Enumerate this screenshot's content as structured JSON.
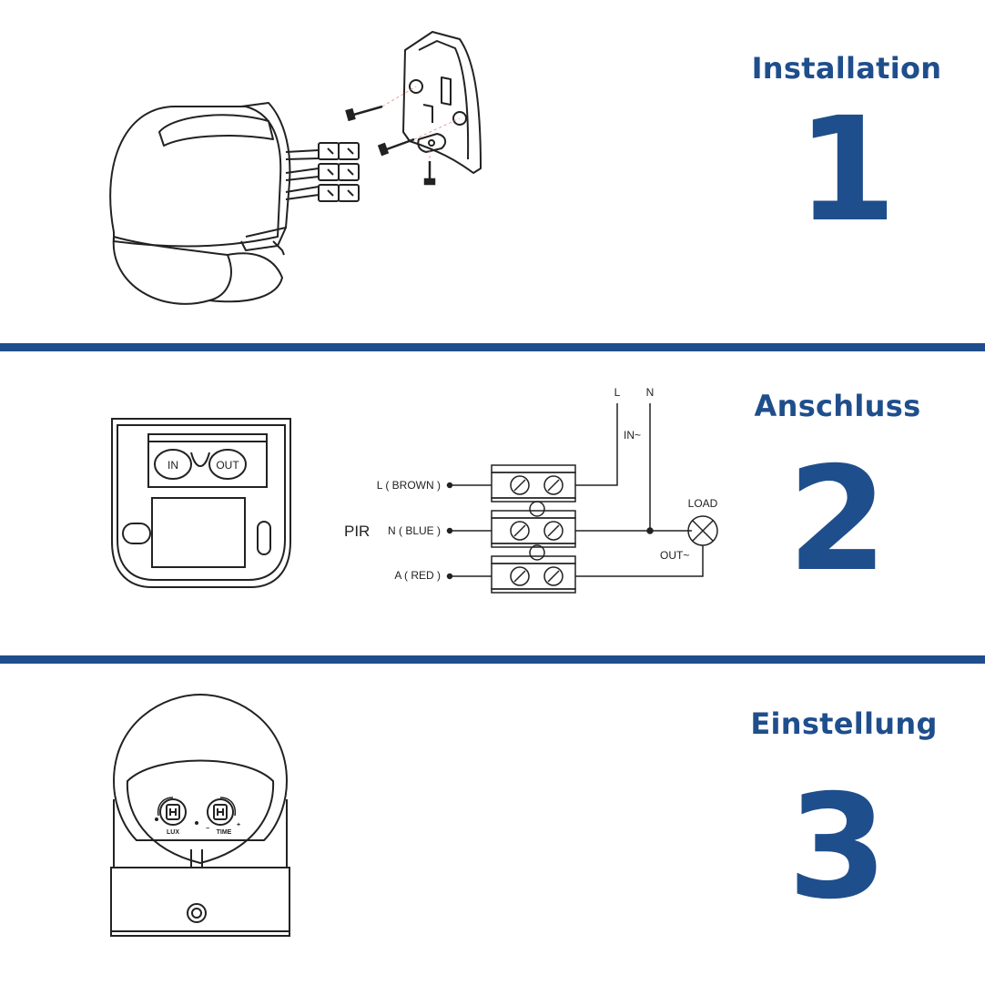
{
  "steps": [
    {
      "title": "Installation",
      "number": "1"
    },
    {
      "title": "Anschluss",
      "number": "2"
    },
    {
      "title": "Einstellung",
      "number": "3"
    }
  ],
  "wiring": {
    "pir_label": "PIR",
    "wire_brown": "L ( BROWN )",
    "wire_blue": "N ( BLUE )",
    "wire_red": "A ( RED )",
    "line_l": "L",
    "line_n": "N",
    "input": "IN~",
    "load": "LOAD",
    "output": "OUT~"
  },
  "back_plate": {
    "in_label": "IN",
    "out_label": "OUT"
  },
  "sensor_dials": {
    "lux_label": "LUX",
    "time_label": "TIME",
    "minus": "−",
    "plus": "+"
  },
  "colors": {
    "accent": "#1f4e8c",
    "line": "#222222"
  }
}
